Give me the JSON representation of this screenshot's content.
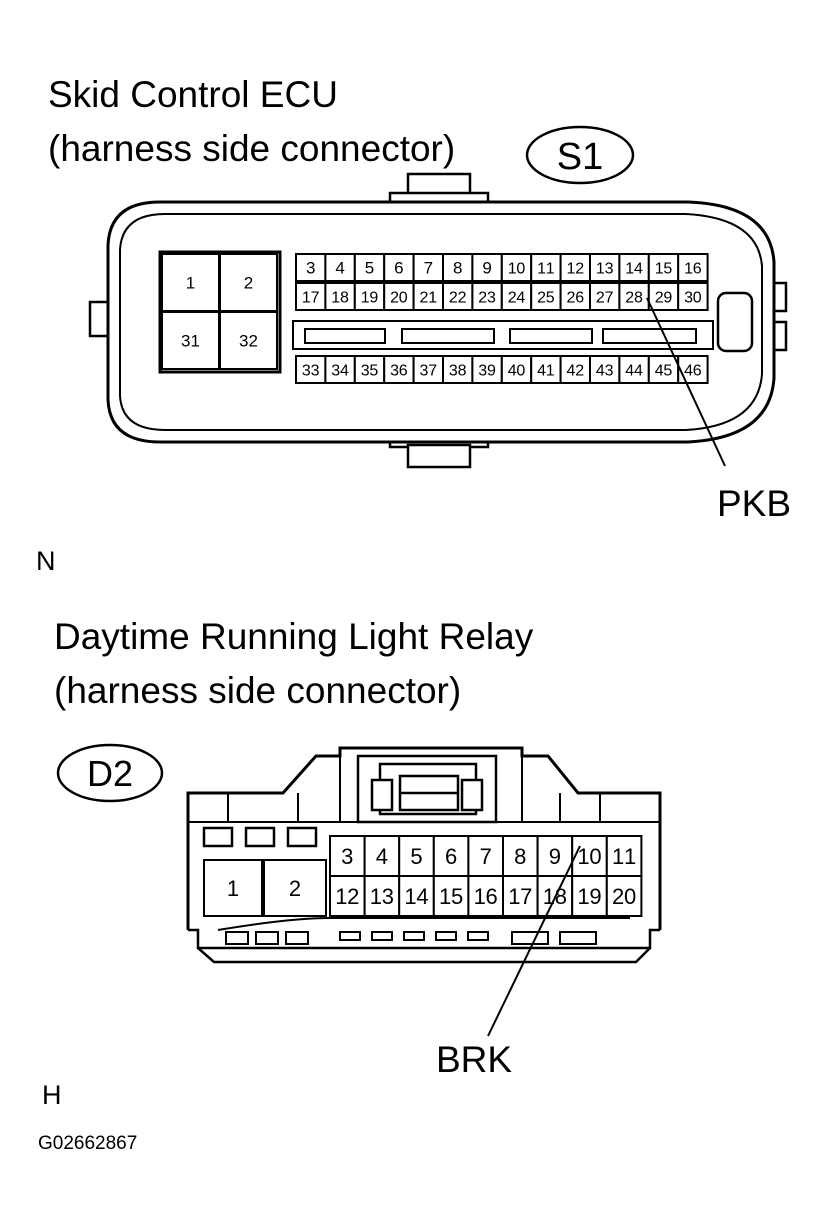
{
  "ecu": {
    "title": "Skid Control ECU",
    "subtitle": "(harness side connector)",
    "code": "S1",
    "big_pins": [
      "1",
      "2",
      "31",
      "32"
    ],
    "row1": [
      "3",
      "4",
      "5",
      "6",
      "7",
      "8",
      "9",
      "10",
      "11",
      "12",
      "13",
      "14",
      "15",
      "16"
    ],
    "row2": [
      "17",
      "18",
      "19",
      "20",
      "21",
      "22",
      "23",
      "24",
      "25",
      "26",
      "27",
      "28",
      "29",
      "30"
    ],
    "row3": [
      "33",
      "34",
      "35",
      "36",
      "37",
      "38",
      "39",
      "40",
      "41",
      "42",
      "43",
      "44",
      "45",
      "46"
    ],
    "callout": "PKB",
    "callout_pin": "28"
  },
  "label_n": "N",
  "relay": {
    "title": "Daytime Running Light Relay",
    "subtitle": "(harness side connector)",
    "code": "D2",
    "big_pins": [
      "1",
      "2"
    ],
    "row1": [
      "3",
      "4",
      "5",
      "6",
      "7",
      "8",
      "9",
      "10",
      "11"
    ],
    "row2": [
      "12",
      "13",
      "14",
      "15",
      "16",
      "17",
      "18",
      "19",
      "20"
    ],
    "callout": "BRK",
    "callout_pin": "18"
  },
  "label_h": "H",
  "figure_id": "G02662867"
}
